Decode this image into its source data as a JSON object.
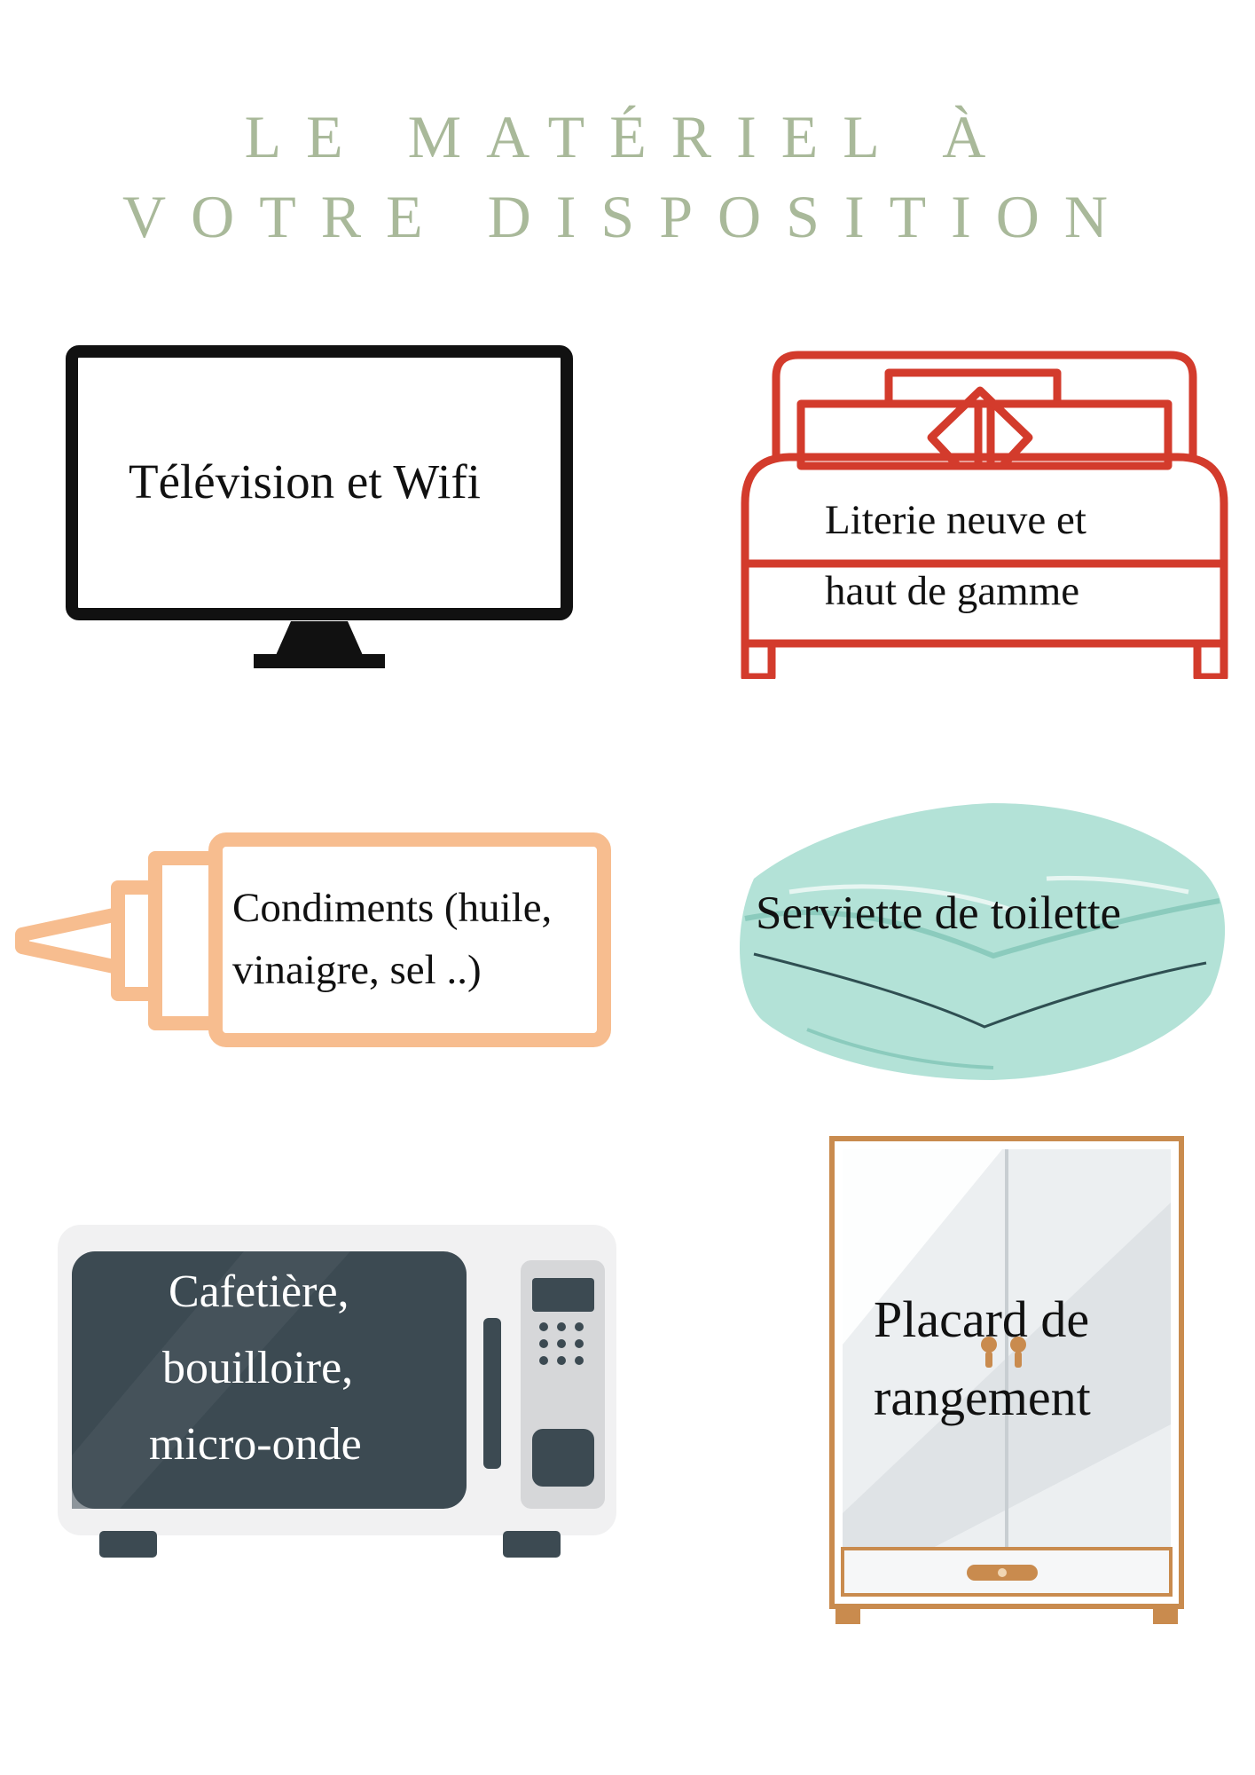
{
  "title": {
    "line1": "LE MATÉRIEL À",
    "line2": "VOTRE DISPOSITION",
    "color": "#a9b99a"
  },
  "items": [
    {
      "icon": "tv-icon",
      "label": "Télévision et Wifi",
      "color": "#111111"
    },
    {
      "icon": "bed-icon",
      "line1": "Literie neuve et",
      "line2": "haut de gamme",
      "color": "#d33b2c"
    },
    {
      "icon": "bottle-icon",
      "line1": "Condiments (huile,",
      "line2": "vinaigre, sel ..)",
      "color": "#f7bd8f"
    },
    {
      "icon": "towel-icon",
      "label": "Serviette de toilette",
      "color": "#b3e2d7"
    },
    {
      "icon": "microwave-icon",
      "line1": "Cafetière,",
      "line2": "bouilloire,",
      "line3": "micro-onde",
      "color": "#3c4a52"
    },
    {
      "icon": "wardrobe-icon",
      "line1": "Placard de",
      "line2": "rangement",
      "color": "#c98b4e"
    }
  ]
}
